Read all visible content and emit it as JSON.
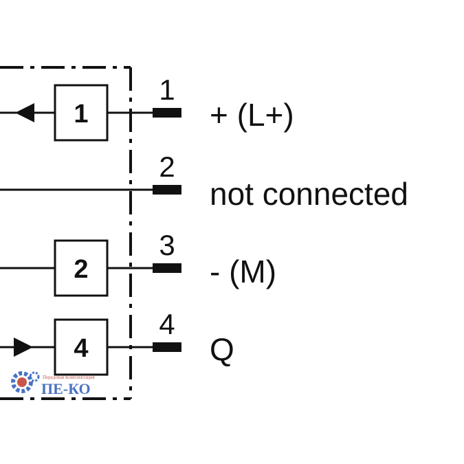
{
  "diagram": {
    "rows": [
      {
        "box_label": "1",
        "pin_number": "1",
        "signal": "+ (L+)",
        "arrow": "left"
      },
      {
        "box_label": "",
        "pin_number": "2",
        "signal": "not connected",
        "arrow": "none"
      },
      {
        "box_label": "2",
        "pin_number": "3",
        "signal": "- (M)",
        "arrow": "none"
      },
      {
        "box_label": "4",
        "pin_number": "4",
        "signal": "Q",
        "arrow": "right"
      }
    ]
  },
  "watermark": {
    "tagline": "Передовая Комплектация",
    "brand": "ПЕ-КО",
    "colors": {
      "gear": "#2a5bb8",
      "text": "#c0392b",
      "brand": "#2a5bb8"
    }
  }
}
